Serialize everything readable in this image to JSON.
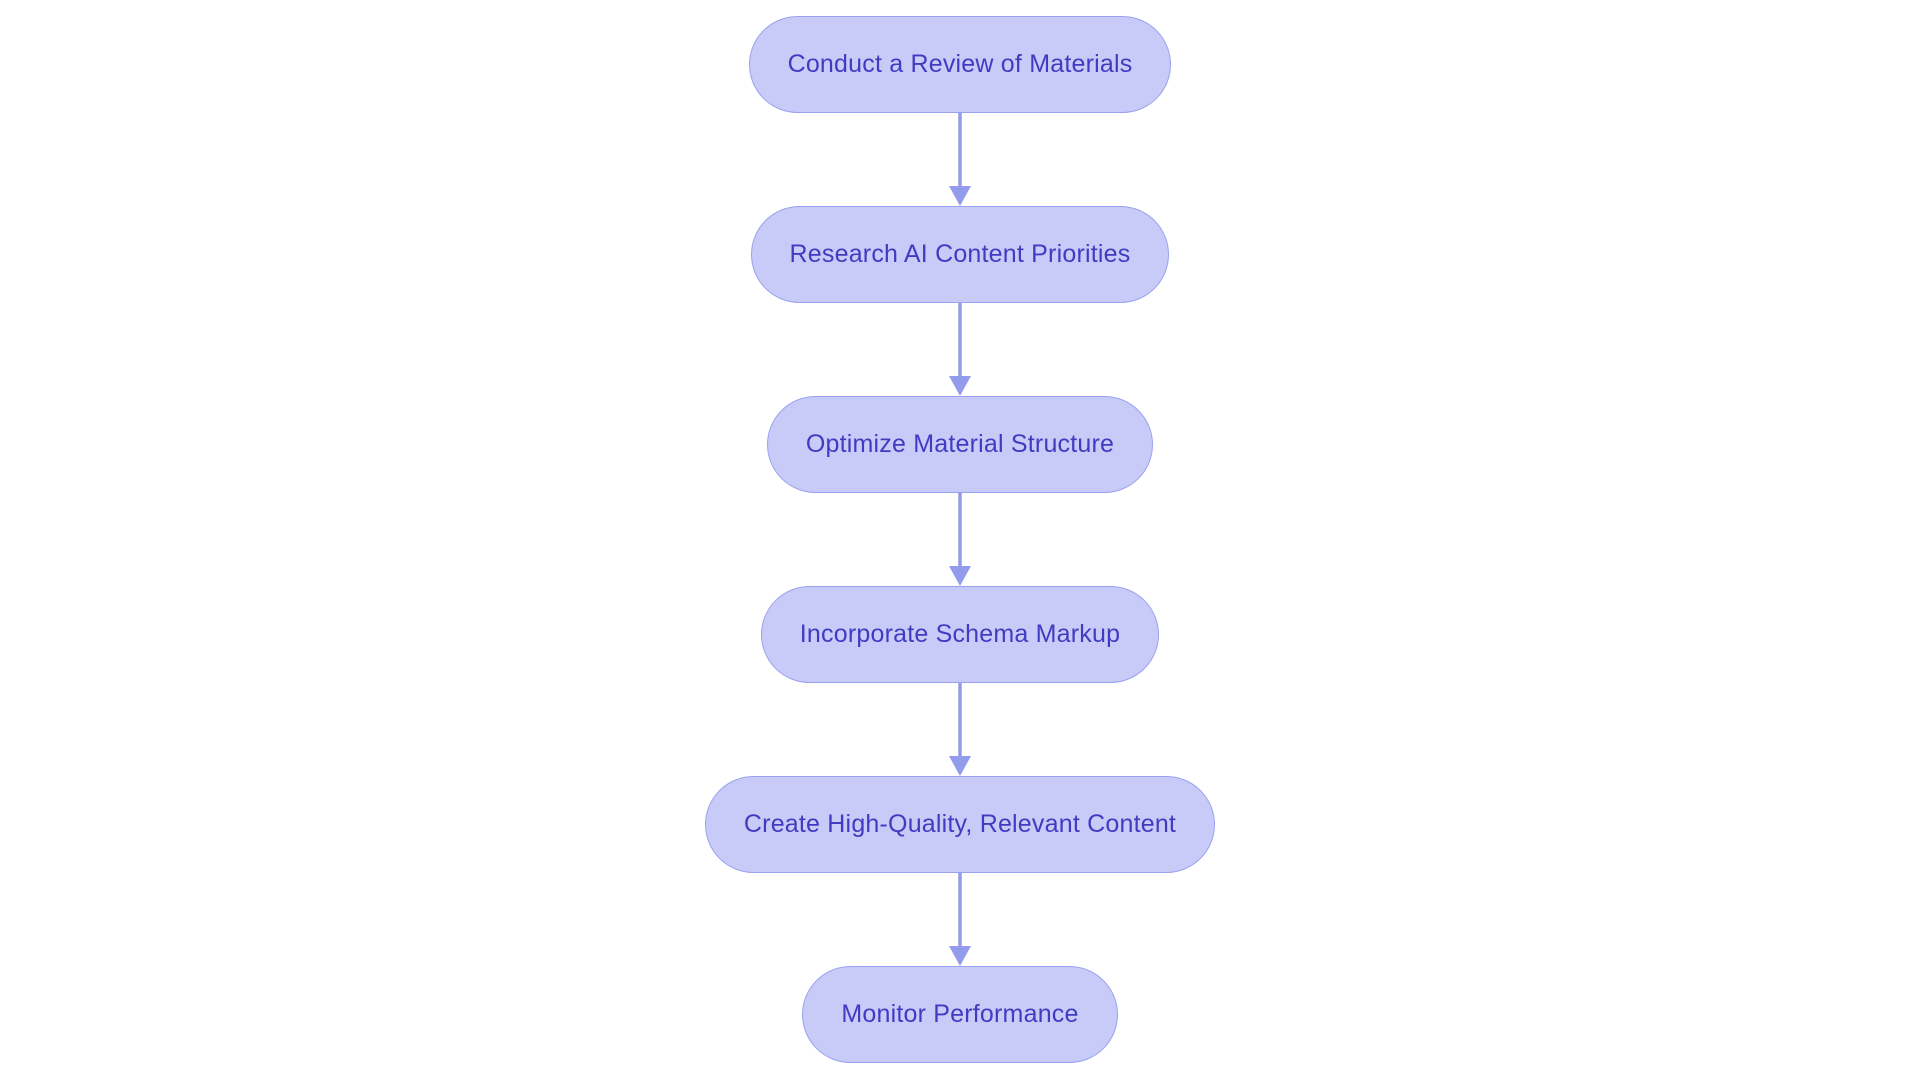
{
  "diagram": {
    "type": "flowchart",
    "direction": "top-down",
    "steps": [
      {
        "label": "Conduct a Review of Materials"
      },
      {
        "label": "Research AI Content Priorities"
      },
      {
        "label": "Optimize Material Structure"
      },
      {
        "label": "Incorporate Schema Markup"
      },
      {
        "label": "Create High-Quality, Relevant Content"
      },
      {
        "label": "Monitor Performance"
      }
    ],
    "connections": [
      {
        "from": "Conduct a Review of Materials",
        "to": "Research AI Content Priorities"
      },
      {
        "from": "Research AI Content Priorities",
        "to": "Optimize Material Structure"
      },
      {
        "from": "Optimize Material Structure",
        "to": "Incorporate Schema Markup"
      },
      {
        "from": "Incorporate Schema Markup",
        "to": "Create High-Quality, Relevant Content"
      },
      {
        "from": "Create High-Quality, Relevant Content",
        "to": "Monitor Performance"
      }
    ],
    "colors": {
      "node_fill": "#c8caf7",
      "node_border": "#9aa2ef",
      "node_text": "#3f3cc2",
      "arrow": "#939cec",
      "background": "#ffffff"
    }
  }
}
